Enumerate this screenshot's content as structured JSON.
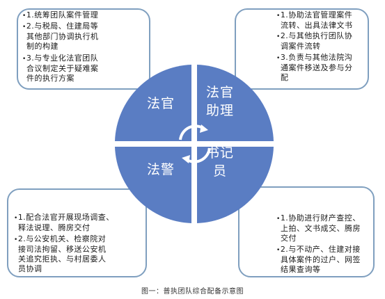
{
  "top_left": {
    "items": [
      {
        "lines": [
          "1.统筹团队案件管理"
        ]
      },
      {
        "lines": [
          "2.与税局、住建局等",
          "其他部门协调执行机",
          "制的构建"
        ]
      },
      {
        "lines": [
          "3.与专业化法官团队",
          "合议制定关于疑难案",
          "件的执行方案"
        ]
      }
    ]
  },
  "top_right": {
    "items": [
      {
        "lines": [
          "1.协助法官管理案件",
          "流转、出具法律文书"
        ]
      },
      {
        "lines": [
          "2.与其他执行团队协",
          "调案件流转"
        ]
      },
      {
        "lines": [
          "3.负责与其他法院沟",
          "通案件移送及参与分",
          "配"
        ]
      }
    ]
  },
  "bottom_left": {
    "items": [
      {
        "lines": [
          "1.配合法官开展现场调查、",
          "释法说理、腾房交付"
        ]
      },
      {
        "lines": [
          "2.与公安机关、检察院对",
          "接司法拘留、移送公安机",
          "关追究拒执、与村居委人",
          "员协调"
        ]
      }
    ]
  },
  "bottom_right": {
    "items": [
      {
        "lines": [
          "1.协助进行财产查控、",
          "上拍、文书成交、腾房",
          "交付"
        ]
      },
      {
        "lines": [
          "2.与不动产、住建对接",
          "具体案件的过户、网签",
          "结果查询等"
        ]
      }
    ]
  },
  "center": {
    "judge": "法官",
    "assistant_line1": "法官",
    "assistant_line2": "助理",
    "police": "法警",
    "clerk_line1": "书记",
    "clerk_line2": "员"
  },
  "colors": {
    "quadrant_fill": "#5a7dc3",
    "box_border": "#7f9fbf"
  },
  "caption": "图一：普执团队综合配备示意图"
}
